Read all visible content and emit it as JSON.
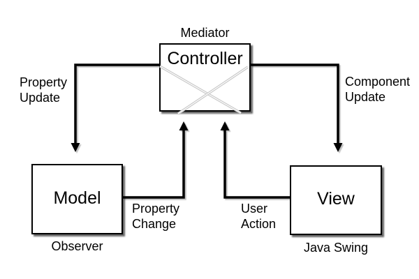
{
  "diagram": {
    "nodes": {
      "controller": {
        "label": "Controller",
        "annotation": "Mediator"
      },
      "model": {
        "label": "Model",
        "annotation": "Observer"
      },
      "view": {
        "label": "View",
        "annotation": "Java Swing"
      }
    },
    "edges": {
      "controller_to_model": {
        "line1": "Property",
        "line2": "Update"
      },
      "controller_to_view": {
        "line1": "Component",
        "line2": "Update"
      },
      "model_to_controller": {
        "line1": "Property",
        "line2": "Change"
      },
      "view_to_controller": {
        "line1": "User",
        "line2": "Action"
      }
    },
    "colors": {
      "background": "#ffffff",
      "arrow_line": "#000000",
      "box_fill": "#ffffff",
      "box_border": "#000000",
      "box_shadow": "rgba(0,0,0,0.6)",
      "cross_line": "#c8c8c8",
      "text": "#000000"
    }
  }
}
